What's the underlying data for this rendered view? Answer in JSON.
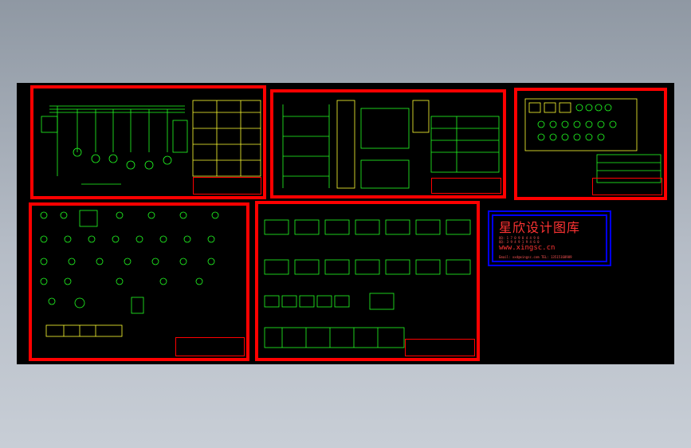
{
  "logo": {
    "title": "星欣设计图库",
    "line1": "QQ: 1 7 0 9 8 4 4 9 8",
    "line2": "QQ: 3 9 4 9 1 9 4 6 0",
    "url": "www.xingsc.cn",
    "email": "Email: xxd@xingsc.com   TEL: 13515168989"
  },
  "colors": {
    "canvas": "#000000",
    "sheet_border": "#ff0000",
    "wire": "#22ff22",
    "text": "#ffff33",
    "logo_frame": "#0000ff",
    "logo_text": "#ff3333"
  }
}
